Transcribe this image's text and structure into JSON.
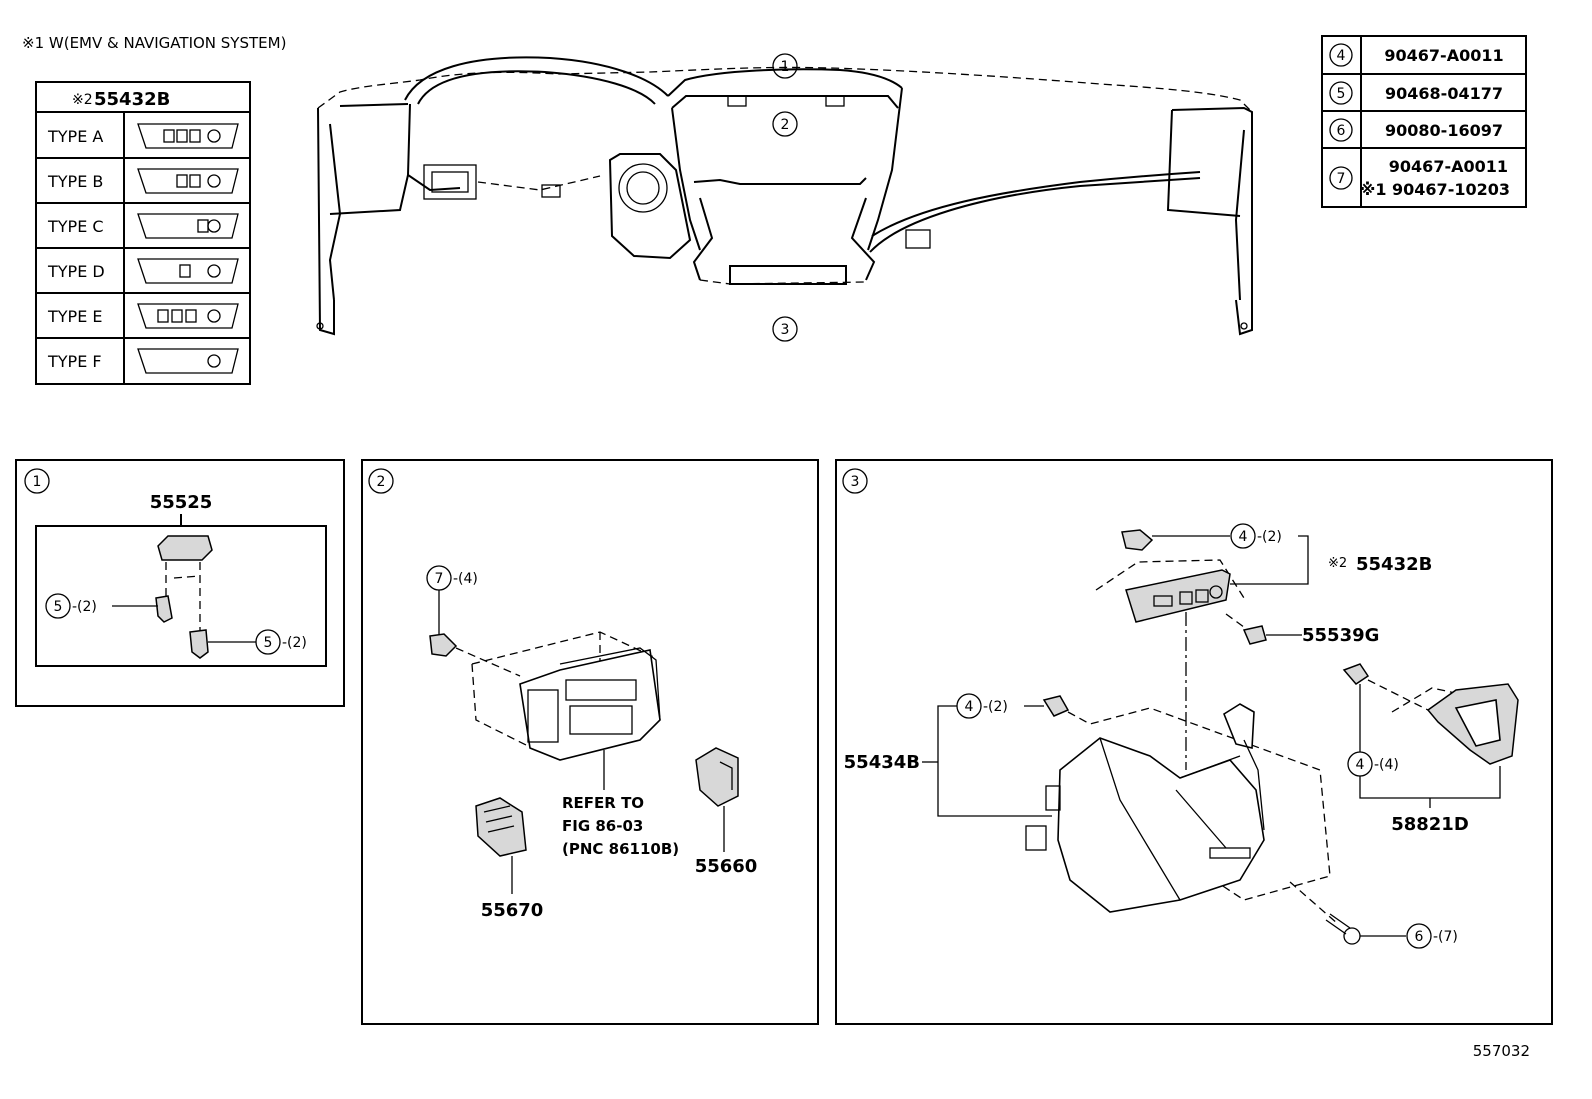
{
  "note_line": "※1 W(EMV & NAVIGATION SYSTEM)",
  "type_table": {
    "header_mark": "※2",
    "header_part": "55432B",
    "rows": [
      "TYPE A",
      "TYPE B",
      "TYPE C",
      "TYPE D",
      "TYPE E",
      "TYPE F"
    ]
  },
  "fastener_table": [
    {
      "num": "4",
      "parts": [
        "90467-A0011"
      ]
    },
    {
      "num": "5",
      "parts": [
        "90468-04177"
      ]
    },
    {
      "num": "6",
      "parts": [
        "90080-16097"
      ]
    },
    {
      "num": "7",
      "parts": [
        "90467-A0011",
        "※1 90467-10203"
      ]
    }
  ],
  "overview_callouts": [
    "1",
    "2",
    "3"
  ],
  "panel1": {
    "num": "1",
    "part": "55525",
    "callouts": [
      {
        "num": "5",
        "qty": "-(2)"
      },
      {
        "num": "5",
        "qty": "-(2)"
      }
    ]
  },
  "panel2": {
    "num": "2",
    "callout": {
      "num": "7",
      "qty": "-(4)"
    },
    "refer": [
      "REFER TO",
      "FIG 86-03",
      "(PNC 86110B)"
    ],
    "parts": [
      "55670",
      "55660"
    ]
  },
  "panel3": {
    "num": "3",
    "callouts": [
      {
        "num": "4",
        "qty": "-(2)"
      },
      {
        "num": "4",
        "qty": "-(2)"
      },
      {
        "num": "4",
        "qty": "-(4)"
      },
      {
        "num": "6",
        "qty": "-(7)"
      }
    ],
    "mark2": "※2",
    "parts": [
      "55432B",
      "55539G",
      "55434B",
      "58821D"
    ]
  },
  "diagram_code": "557032",
  "colors": {
    "line": "#000000",
    "part_fill": "#d8d8d8",
    "background": "#ffffff"
  }
}
